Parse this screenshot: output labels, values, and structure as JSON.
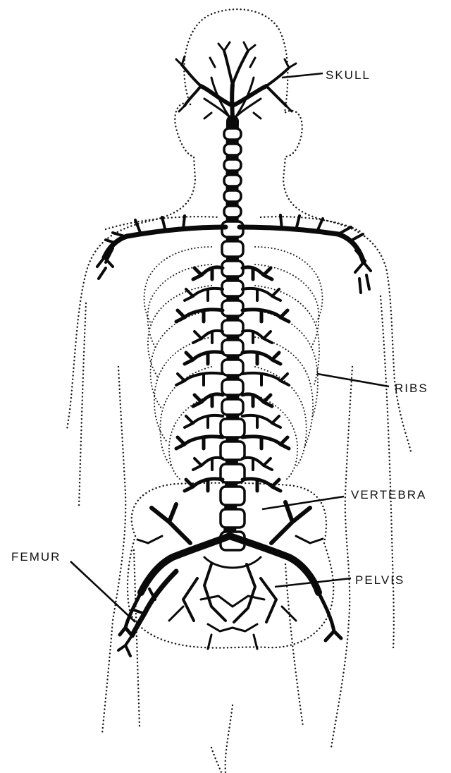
{
  "labels": {
    "skull": "SKULL",
    "ribs": "RIBS",
    "vertebra": "VERTEBRA",
    "femur": "FEMUR",
    "pelvis": "PELVIS"
  },
  "colors": {
    "ink": "#0a0a0a",
    "background": "#ffffff"
  }
}
